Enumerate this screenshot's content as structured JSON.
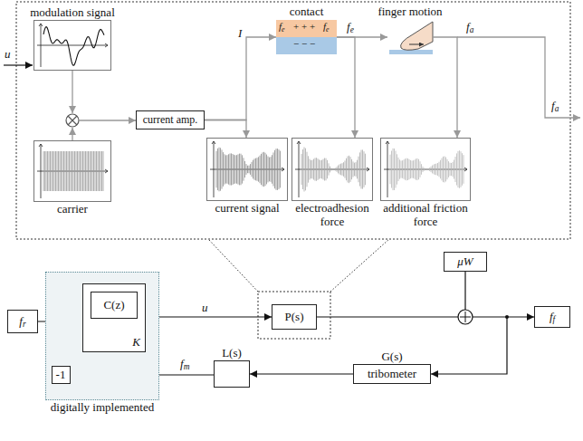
{
  "diagram": {
    "nodes": [
      {
        "text": [
          "modulation signal"
        ]
      },
      {
        "text": [
          "current amp."
        ]
      },
      {
        "text": [
          "contact"
        ]
      },
      {
        "text": [
          "finger motion"
        ]
      },
      {
        "text": [
          "carrier"
        ]
      },
      {
        "text": [
          "current signal"
        ]
      },
      {
        "text": [
          "electroadhesion force"
        ]
      },
      {
        "text": [
          "additional friction force"
        ]
      },
      {
        "text": [
          "μW"
        ]
      },
      {
        "text": [
          "fr"
        ]
      },
      {
        "text": [
          "digitally implemented"
        ]
      },
      {
        "text": [
          "K"
        ],
        "in": 10
      },
      {
        "text": [
          "C(z)"
        ],
        "in": 11
      },
      {
        "text": [
          "P(s)"
        ]
      },
      {
        "text": [
          "ff"
        ]
      },
      {
        "text": [
          "G(s)",
          "tribometer"
        ]
      },
      {
        "text": [
          "L(s)"
        ]
      },
      {
        "text": [
          "-1"
        ],
        "in": 10
      }
    ],
    "edges": [
      {
        "from": 1,
        "to": 2,
        "label": "I",
        "arrow": "to"
      },
      {
        "from": 1,
        "to": 5,
        "arrow": "to"
      },
      {
        "from": 2,
        "to": 3,
        "label": "fe",
        "arrow": "to"
      },
      {
        "from": 2,
        "to": 6,
        "arrow": "to"
      },
      {
        "from": 3,
        "to": 7,
        "label": "fa",
        "arrow": "to"
      },
      {
        "from": 11,
        "to": 13,
        "label": "u",
        "arrow": "to"
      },
      {
        "from": 15,
        "to": 16,
        "arrow": "to"
      },
      {
        "from": 16,
        "to": 17,
        "label": "fm",
        "arrow": "to"
      }
    ],
    "labels": [
      "u",
      "fa",
      "fe",
      "fe",
      "+ + +",
      "− − −"
    ]
  }
}
